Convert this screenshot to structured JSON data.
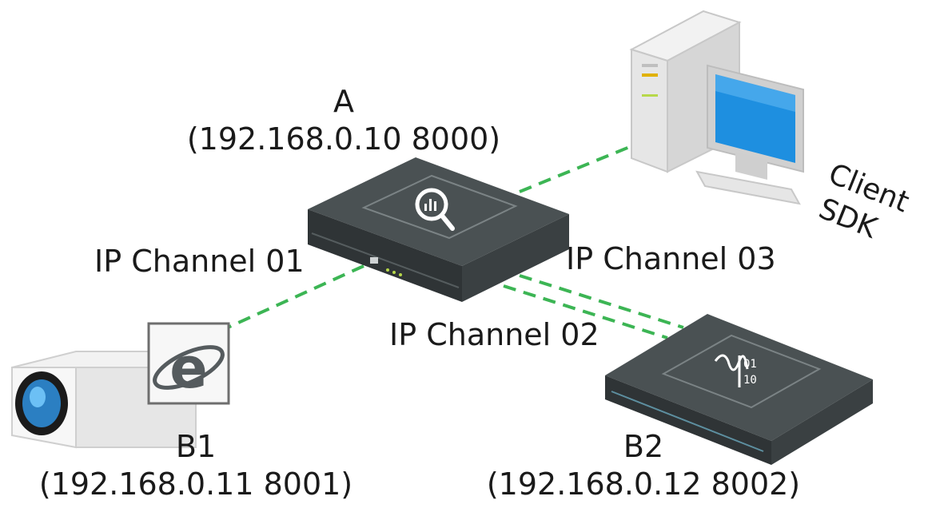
{
  "nodes": {
    "a": {
      "name": "A",
      "address": "(192.168.0.10 8000)"
    },
    "b1": {
      "name": "B1",
      "address": "(192.168.0.11 8001)"
    },
    "b2": {
      "name": "B2",
      "address": "(192.168.0.12 8002)"
    },
    "client": {
      "line1": "Client",
      "line2": "SDK"
    }
  },
  "channels": {
    "ch01": "IP Channel 01",
    "ch02": "IP Channel 02",
    "ch03": "IP Channel 03"
  },
  "colors": {
    "link": "#3cb554",
    "device_dark": "#3e4446",
    "device_top": "#4a5153",
    "screen_blue": "#1e8fe0"
  },
  "icons": {
    "nvr_a": "nvr-search-icon",
    "nvr_b2": "nvr-codec-icon",
    "camera": "ip-camera-icon",
    "browser": "ie-browser-icon",
    "computer": "desktop-computer-icon"
  }
}
